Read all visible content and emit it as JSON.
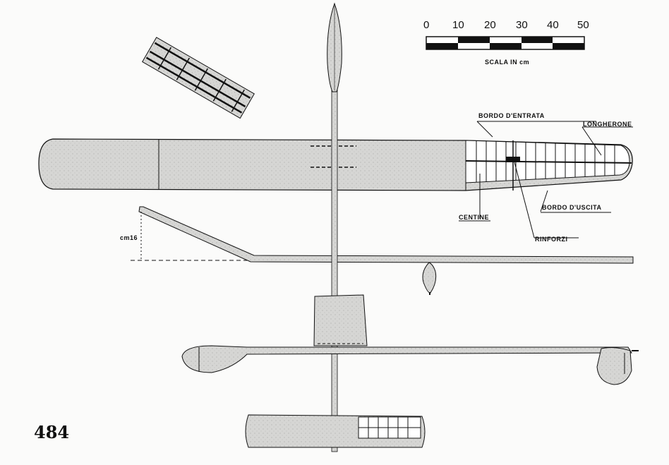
{
  "scale": {
    "ticks": [
      "0",
      "10",
      "20",
      "30",
      "40",
      "50"
    ],
    "caption": "SCALA IN cm"
  },
  "labels": {
    "leading_edge": "BORDO D'ENTRATA",
    "spar": "LONGHERONE",
    "ribs": "CENTINE",
    "trailing_edge": "BORDO D'USCITA",
    "reinforcements": "RINFORZI",
    "dihedral_height": "cm16"
  },
  "page_number": "484",
  "colors": {
    "ink": "#111111",
    "fill": "#d4d4d2",
    "paper": "#fbfbfa"
  }
}
